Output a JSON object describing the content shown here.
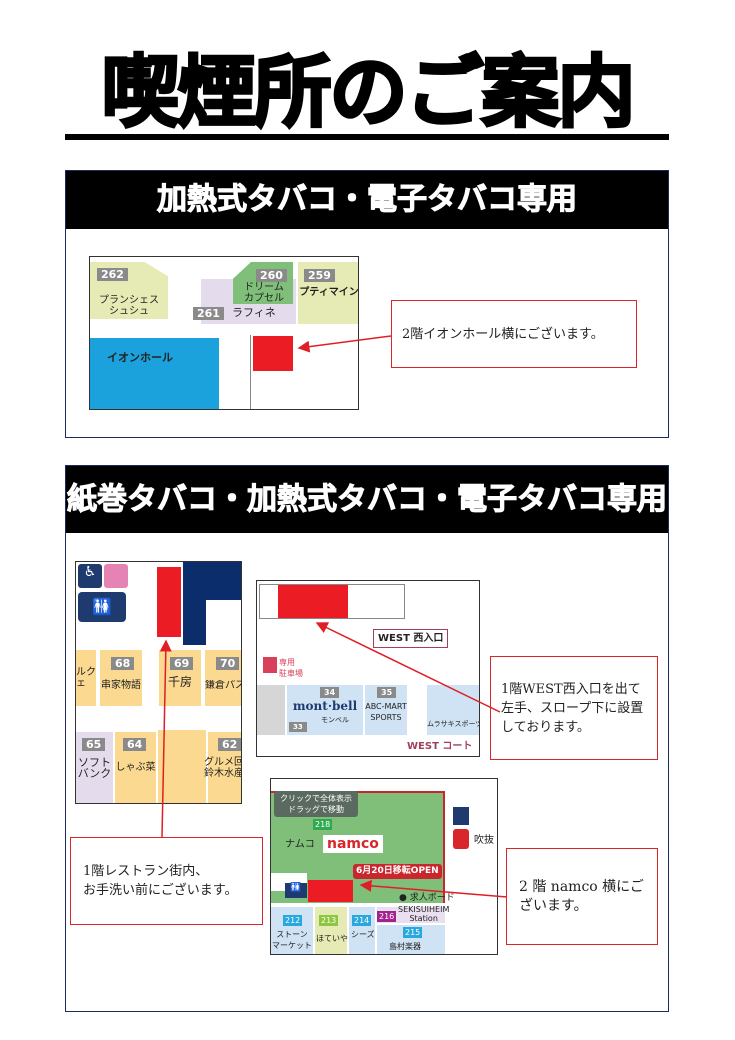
{
  "title": "喫煙所のご案内",
  "section1": {
    "header": "加熱式タバコ・電子タバコ専用",
    "map": {
      "shops": [
        {
          "num": "262",
          "name": "プランシェス\nシュシュ"
        },
        {
          "num": "260",
          "name": "ドリーム\nカプセル"
        },
        {
          "num": "259",
          "name": "プティマイン"
        },
        {
          "num": "261",
          "name": "ラフィネ"
        },
        {
          "name": "イオンホール"
        }
      ]
    },
    "callout": "2階イオンホール横にございます。"
  },
  "section2": {
    "header": "紙巻タバコ・加熱式タバコ・電子タバコ専用",
    "map_restaurant": {
      "shops": [
        {
          "num": "68",
          "name": "串家物語"
        },
        {
          "num": "69",
          "name": "千房"
        },
        {
          "num": "70",
          "name": "鎌倉パスタ"
        },
        {
          "num": "65",
          "name": "ソフト\nバンク"
        },
        {
          "num": "64",
          "name": "しゃぶ菜"
        },
        {
          "num": "62",
          "name": "グルメ回転寿\n鈴木水産"
        },
        {
          "name": "ルク\nェ"
        }
      ]
    },
    "map_west": {
      "entrance": "WEST 西入口",
      "parking": "専用\n駐車場",
      "court": "WEST コート",
      "shops": [
        {
          "num": "34",
          "name": "mont·bell",
          "sub": "モンベル"
        },
        {
          "num": "35",
          "name": "ABC-MART\nSPORTS"
        },
        {
          "num": "33"
        },
        {
          "name": "ムラサキスポーツ"
        }
      ]
    },
    "map_namco": {
      "tooltip": "クリックで全体表示\nドラッグで移動",
      "num": "218",
      "name": "ナムコ",
      "logo": "namco",
      "banner": "6月20日移転OPEN",
      "fukinuke": "吹抜",
      "job_board": "● 求人ボード",
      "shops": [
        {
          "num": "212",
          "name": "ストーン\nマーケット"
        },
        {
          "num": "213",
          "name": "ほていや"
        },
        {
          "num": "214",
          "name": "シーズ"
        },
        {
          "num": "216",
          "name": "SEKISUIHEIM\nStation"
        },
        {
          "num": "215",
          "name": "島村楽器"
        }
      ]
    },
    "callout_restaurant": "1階レストラン街内、\nお手洗い前にございます。",
    "callout_west": "1階WEST西入口を出て左手、スロープ下に設置しております。",
    "callout_namco": "2 階 namco 横にございます。"
  },
  "colors": {
    "smoking_area": "#ec1c24",
    "callout_border": "#d9262b",
    "header_bg": "#000000",
    "aeon_hall": "#1ba1dc"
  }
}
